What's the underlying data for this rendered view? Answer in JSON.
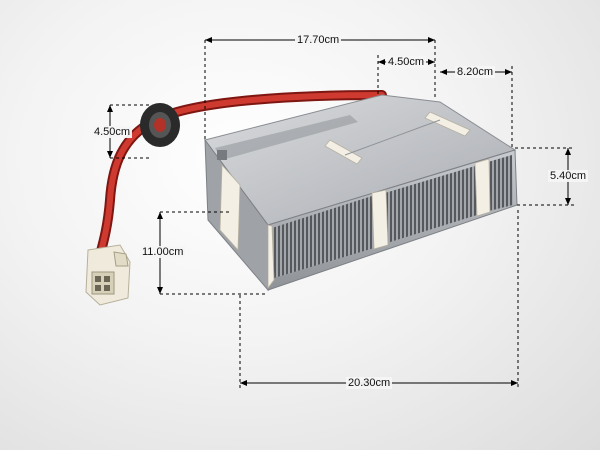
{
  "image": {
    "subject": "dryer-heating-element",
    "colors": {
      "background": "#ececec",
      "cable": "#c8322a",
      "metal": "#b5b8bd",
      "coil": "#6b6e72",
      "connector": "#f2efe2",
      "dimension_line": "#000000"
    }
  },
  "dimensions": {
    "length_top": "17.70cm",
    "step": "4.50cm",
    "width_right": "8.20cm",
    "cable_gland": "4.50cm",
    "height_right": "5.40cm",
    "height_left": "11.00cm",
    "length_bottom": "20.30cm"
  }
}
